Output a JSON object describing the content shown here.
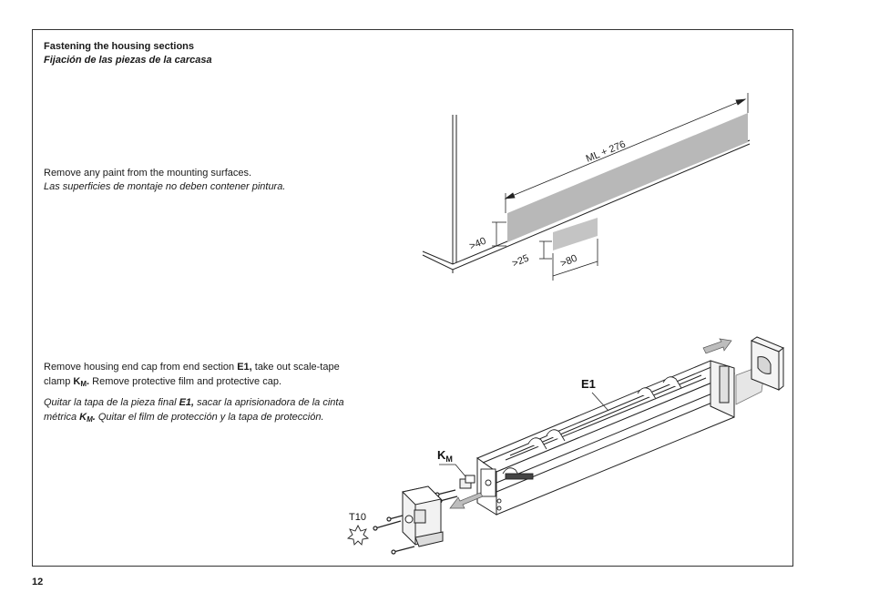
{
  "heading": {
    "en": "Fastening the housing sections",
    "es": "Fijación de las piezas de la carcasa"
  },
  "step1": {
    "en": "Remove any paint from the mounting surfaces.",
    "es": "Las superficies de montaje no deben contener pintura."
  },
  "step2": {
    "en_part1": "Remove housing end cap from end section ",
    "en_bold_e1": "E1,",
    "en_part2": " take out scale-tape",
    "en_part3": "clamp ",
    "en_bold_k": "K",
    "en_bold_sub": "M",
    "en_bold_dot": ".",
    "en_part4": " Remove protective film and protective cap.",
    "es_part1": "Quitar la tapa de la pieza final ",
    "es_bold_e1": "E1,",
    "es_part2": " sacar la aprisionadora de la cinta",
    "es_part3": "métrica ",
    "es_bold_k": "K",
    "es_bold_sub": "M",
    "es_bold_dot": ".",
    "es_part4": " Quitar el film de protección y la tapa de protección."
  },
  "diagram1": {
    "dim_length": "ML + 276",
    "dim_height": ">40",
    "dim_small_height": ">25",
    "dim_small_width": ">80"
  },
  "diagram2": {
    "label_e1": "E1",
    "label_k": "K",
    "label_k_sub": "M",
    "label_tool": "T10"
  },
  "page_number": "12"
}
